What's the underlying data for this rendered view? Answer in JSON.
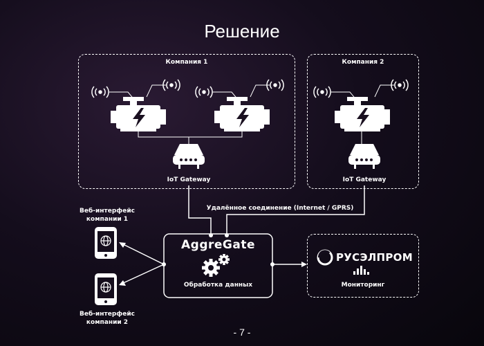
{
  "title": "Решение",
  "company1": {
    "label": "Компания 1",
    "gateway_label": "IoT Gateway"
  },
  "company2": {
    "label": "Компания 2",
    "gateway_label": "IoT Gateway"
  },
  "connection_label": "Удалённое соединение (Internet / GPRS)",
  "web1_label_line1": "Веб-интерфейс",
  "web1_label_line2": "компании 1",
  "web2_label_line1": "Веб-интерфейс",
  "web2_label_line2": "компании 2",
  "aggregate": {
    "brand": "AggreGate",
    "caption": "Обработка данных"
  },
  "monitoring": {
    "brand": "РУСЭЛПРОМ",
    "caption": "Мониторинг"
  },
  "page_number": "- 7 -",
  "icons": [
    "engine-icon",
    "wireless-signal-icon",
    "router-icon",
    "smartphone-icon",
    "globe-icon",
    "gears-icon",
    "bar-chart-icon"
  ],
  "colors": {
    "background": "#140d1c",
    "foreground": "#ffffff"
  }
}
